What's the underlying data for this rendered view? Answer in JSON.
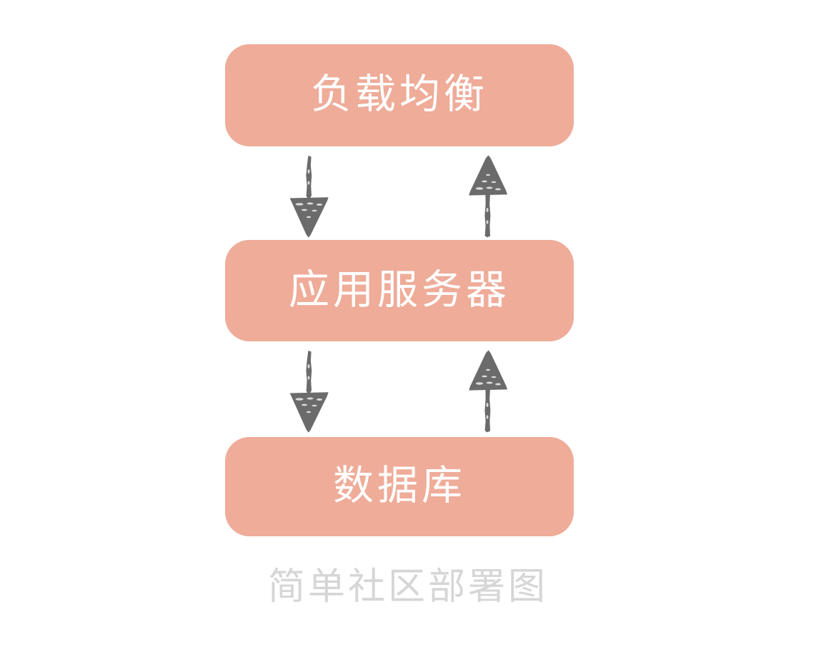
{
  "diagram": {
    "caption": "简单社区部署图",
    "background_color": "#ffffff",
    "node_fill_color": "#eeac99",
    "node_text_color": "#ffffff",
    "arrow_color": "#6b6b6b",
    "caption_color": "#d6d6d6",
    "nodes": [
      {
        "id": "load-balancer",
        "label": "负载均衡"
      },
      {
        "id": "application-server",
        "label": "应用服务器"
      },
      {
        "id": "database",
        "label": "数据库"
      }
    ],
    "connectors": [
      {
        "id": "lb-to-app",
        "direction": "down",
        "icon": "arrow-down-icon",
        "from": "load-balancer",
        "to": "application-server"
      },
      {
        "id": "app-to-lb",
        "direction": "up",
        "icon": "arrow-up-icon",
        "from": "application-server",
        "to": "load-balancer"
      },
      {
        "id": "app-to-db",
        "direction": "down",
        "icon": "arrow-down-icon",
        "from": "application-server",
        "to": "database"
      },
      {
        "id": "db-to-app",
        "direction": "up",
        "icon": "arrow-up-icon",
        "from": "database",
        "to": "application-server"
      }
    ]
  }
}
